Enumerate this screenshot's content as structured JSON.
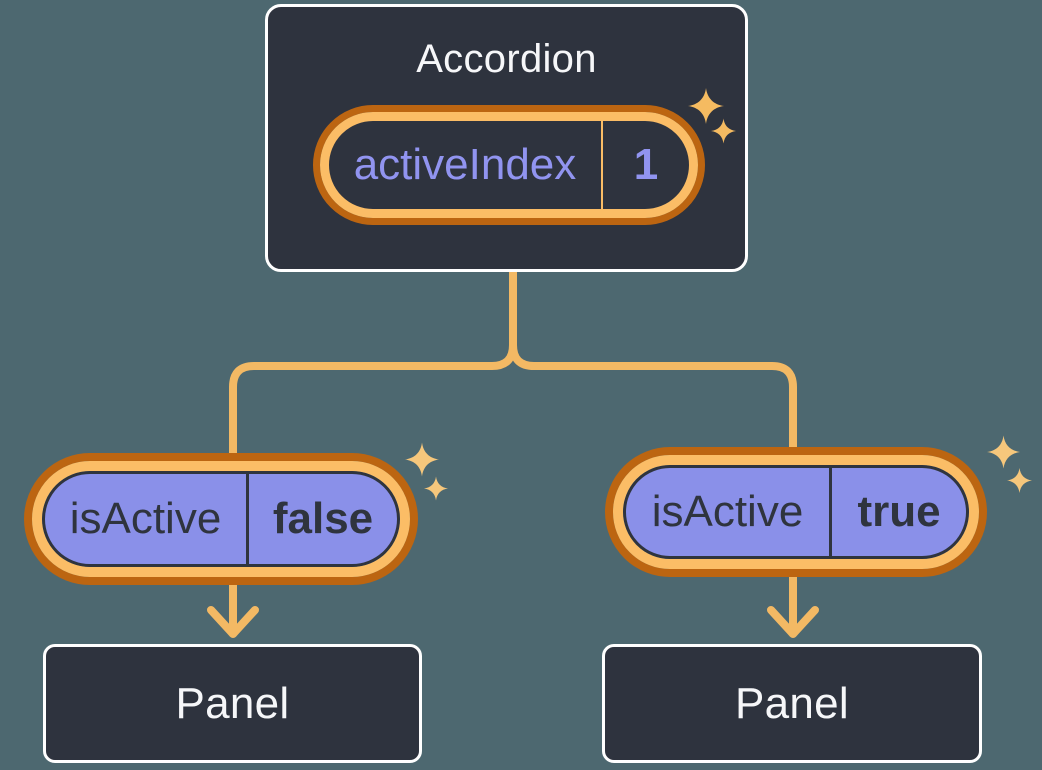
{
  "diagram": {
    "accordion": {
      "title": "Accordion",
      "state": {
        "name": "activeIndex",
        "value": "1"
      }
    },
    "branches": [
      {
        "state": {
          "name": "isActive",
          "value": "false"
        },
        "panel": {
          "title": "Panel"
        }
      },
      {
        "state": {
          "name": "isActive",
          "value": "true"
        },
        "panel": {
          "title": "Panel"
        }
      }
    ]
  },
  "colors": {
    "background": "#4d6870",
    "card_fill": "#2e333e",
    "card_border": "#ffffff",
    "ring_outer_orange": "#bc6511",
    "ring_inner_orange": "#fbbd66",
    "connector_orange": "#f3b964",
    "pill_purple_fill": "#8a90e9",
    "pill_dark_outline": "#2f343e",
    "text_light": "#f6f7f9",
    "text_dark": "#2f343e",
    "text_purple": "#9194f0",
    "sparkle_accordion": "#f5bb61",
    "sparkle_pills": "#f6c77c"
  }
}
